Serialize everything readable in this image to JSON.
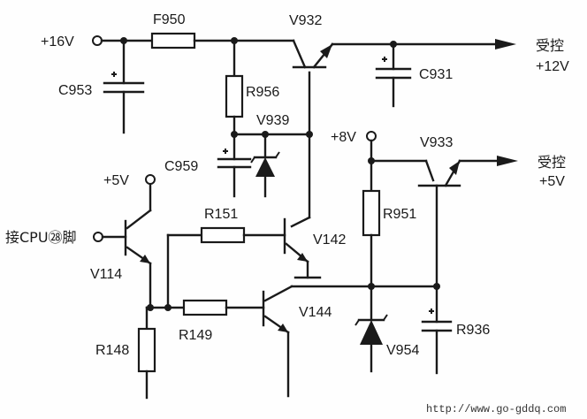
{
  "labels": {
    "v16": "+16V",
    "f950": "F950",
    "v932": "V932",
    "shouKong1": "受控",
    "v12": "+12V",
    "c953": "C953",
    "c931": "C931",
    "r956": "R956",
    "v939": "V939",
    "c959": "C959",
    "v8": "+8V",
    "v933": "V933",
    "shouKong2": "受控",
    "v5out": "+5V",
    "v5in": "+5V",
    "r151": "R151",
    "r951": "R951",
    "jieCpu": "接CPU㉘脚",
    "v142": "V142",
    "v114": "V114",
    "v144": "V144",
    "r149": "R149",
    "r148": "R148",
    "v954": "V954",
    "r936": "R936",
    "url": "http://www.go-gddq.com"
  }
}
